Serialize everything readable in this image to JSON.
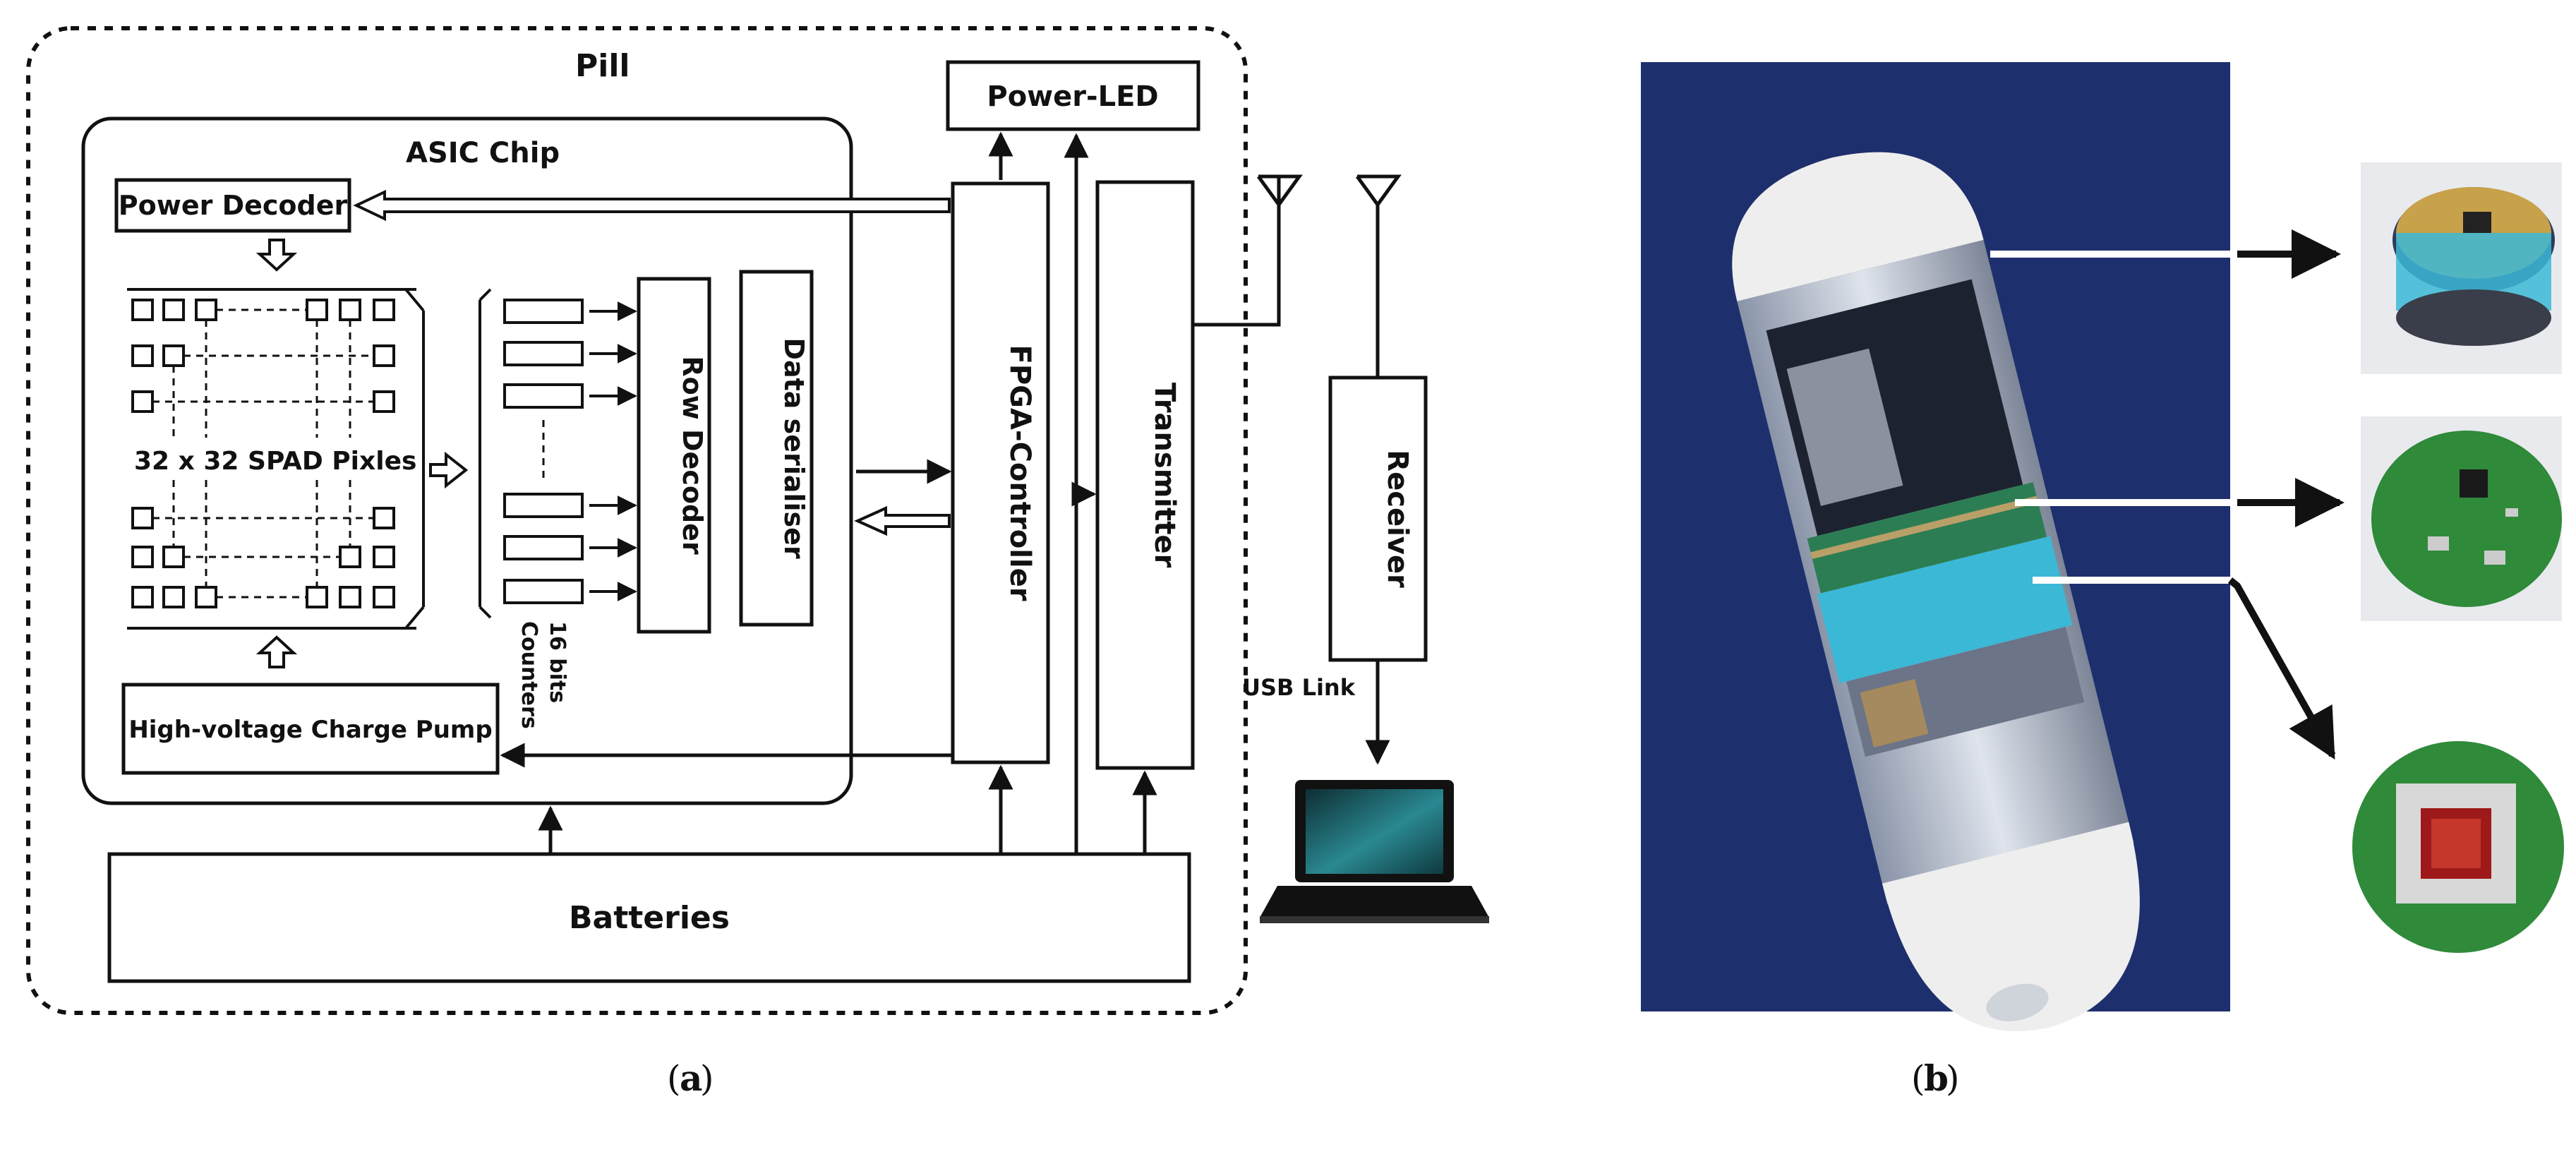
{
  "diagram_a": {
    "pill_label": "Pill",
    "asic_label": "ASIC Chip",
    "power_led": "Power-LED",
    "power_decoder": "Power Decoder",
    "spad_label": "32 x 32 SPAD Pixles",
    "counters_label_1": "16 bits",
    "counters_label_2": "Counters",
    "row_decoder": "Row Decoder",
    "data_serialiser": "Data serialiser",
    "fpga_controller": "FPGA-Controller",
    "transmitter": "Transmitter",
    "receiver": "Receiver",
    "usb_link": "USB Link",
    "charge_pump": "High-voltage Charge Pump",
    "batteries": "Batteries"
  },
  "captions": {
    "a_open": "(",
    "a_letter": "a",
    "a_close": ")",
    "b_open": "(",
    "b_letter": "b",
    "b_close": ")"
  },
  "colors": {
    "photo_background": "#1b2a63",
    "pcb_green": "#2f8a3a",
    "cyan_band": "#3bb8d6",
    "laptop_screen": "#1f5f66"
  }
}
